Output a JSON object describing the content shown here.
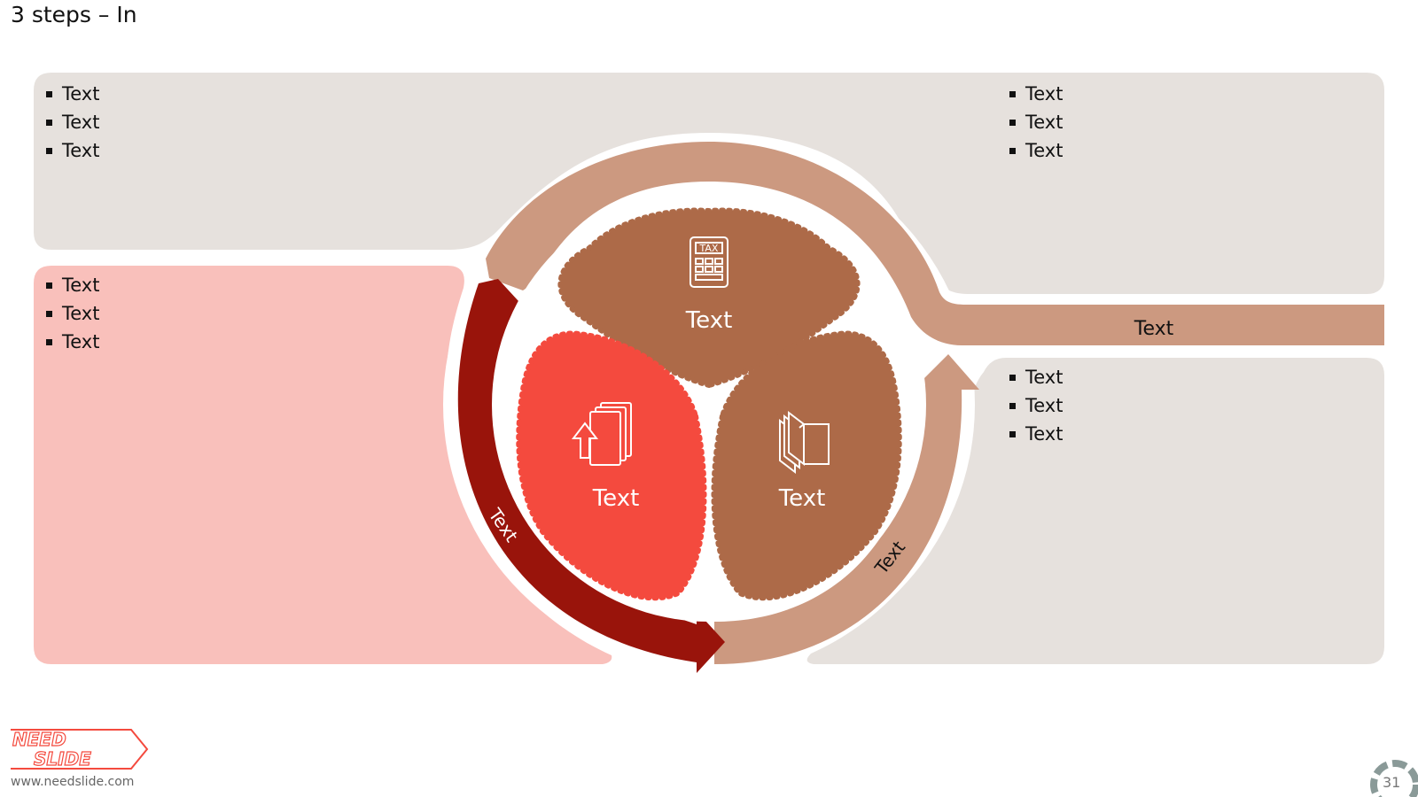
{
  "slide": {
    "title": "3 steps – In"
  },
  "panels": {
    "top_left": {
      "bullets": [
        "Text",
        "Text",
        "Text"
      ]
    },
    "top_right": {
      "bullets": [
        "Text",
        "Text",
        "Text"
      ]
    },
    "left": {
      "bullets": [
        "Text",
        "Text",
        "Text"
      ]
    },
    "right": {
      "bullets": [
        "Text",
        "Text",
        "Text"
      ]
    },
    "connector_label": "Text"
  },
  "petals": {
    "top": {
      "label": "Text",
      "icon": "tax-calculator-icon"
    },
    "left": {
      "label": "Text",
      "icon": "document-upload-icon"
    },
    "right": {
      "label": "Text",
      "icon": "books-icon"
    }
  },
  "arrows": {
    "left_label": "Text",
    "right_label": "Text"
  },
  "footer": {
    "logo_top": "NEED",
    "logo_bottom": "SLIDE",
    "url": "www.needslide.com",
    "page": "31"
  },
  "colors": {
    "panel_gray": "#e6e1dd",
    "panel_pink": "#f9c0bb",
    "arrow_tan": "#cc9980",
    "arrow_dark_red": "#99140b",
    "petal_brown": "#ad6a48",
    "petal_red": "#f44a3e"
  }
}
